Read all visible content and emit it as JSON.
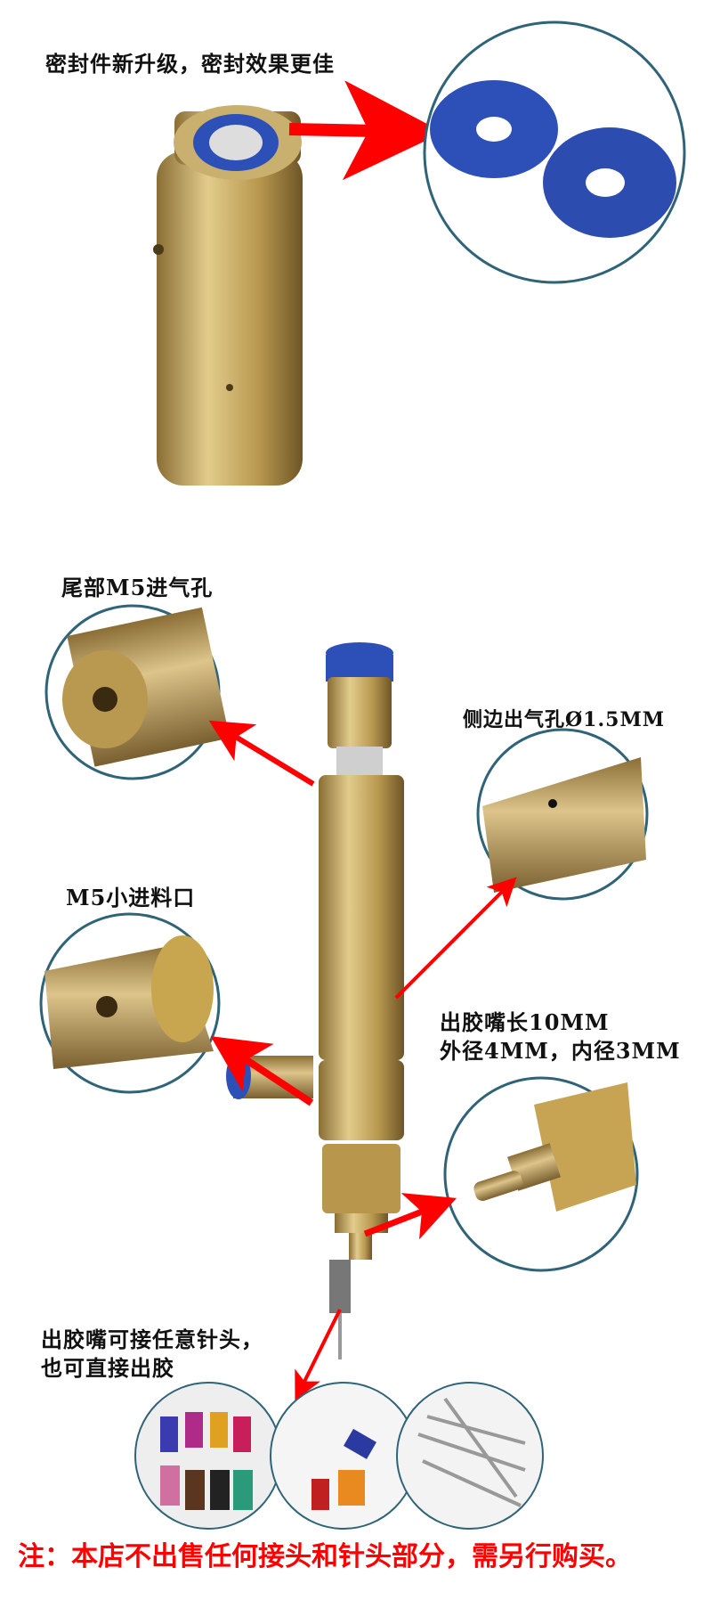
{
  "labels": {
    "seal_upgrade": "密封件新升级，密封效果更佳",
    "tail_inlet": "尾部M5进气孔",
    "side_outlet": "侧边出气孔Ø1.5MM",
    "feed_port": "M5小进料口",
    "nozzle_length": "出胶嘴长10MM",
    "nozzle_diameter": "外径4MM，内径3MM",
    "needle_line1": "出胶嘴可接任意针头，",
    "needle_line2": "也可直接出胶"
  },
  "note": "注：本店不出售任何接头和针头部分，需另行购买。",
  "colors": {
    "brass": "#c2a460",
    "seal_blue": "#2d4fb8",
    "arrow_red": "#ff0000",
    "circle_border": "#2f6478"
  }
}
